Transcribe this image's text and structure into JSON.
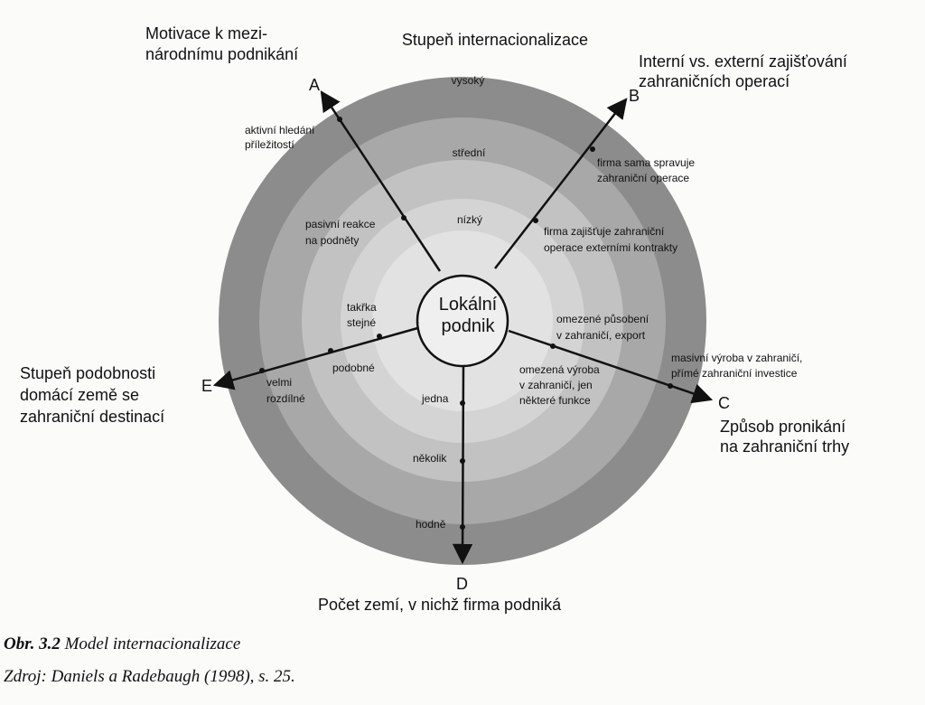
{
  "title": "Stupeň internacionalizace",
  "center": {
    "line1": "Lokální",
    "line2": "podnik"
  },
  "rings": {
    "high": "vysoký",
    "mid": "střední",
    "low": "nízký"
  },
  "axes": {
    "A": {
      "letter": "A",
      "title": [
        "Motivace k mezi-",
        "národnímu podnikání"
      ],
      "points": [
        [
          "aktivní hledání",
          "příležitostí"
        ],
        [
          "pasivní reakce",
          "na podněty"
        ]
      ]
    },
    "B": {
      "letter": "B",
      "title": [
        "Interní vs. externí zajišťování",
        "zahraničních operací"
      ],
      "points": [
        [
          "firma sama spravuje",
          "zahraniční operace"
        ],
        [
          "firma zajišťuje zahraniční",
          "operace externími kontrakty"
        ]
      ]
    },
    "C": {
      "letter": "C",
      "title": [
        "Způsob pronikání",
        "na zahraniční trhy"
      ],
      "points": [
        [
          "omezené působení",
          "v zahraničí, export"
        ],
        [
          "omezená výroba",
          "v zahraničí, jen",
          "některé funkce"
        ],
        [
          "masivní výroba v zahraničí,",
          "přímé zahraniční investice"
        ]
      ]
    },
    "D": {
      "letter": "D",
      "title": [
        "Počet zemí, v nichž firma podniká"
      ],
      "points": [
        [
          "jedna"
        ],
        [
          "několik"
        ],
        [
          "hodně"
        ]
      ]
    },
    "E": {
      "letter": "E",
      "title": [
        "Stupeň podobnosti",
        "domácí země se",
        "zahraniční destinací"
      ],
      "points": [
        [
          "takřka",
          "stejné"
        ],
        [
          "podobné"
        ],
        [
          "velmi",
          "rozdílné"
        ]
      ]
    }
  },
  "caption": {
    "fig_num": "Obr. 3.2",
    "fig_title": "Model internacionalizace",
    "source": "Zdroj: Daniels a Radebaugh (1998), s. 25."
  },
  "colors": {
    "outer": "#8c8c8c",
    "ring2": "#a8a8a8",
    "ring3": "#c2c2c2",
    "ring4": "#d8d8d8",
    "inner": "#e6e6e6",
    "center": "#efefef",
    "ink": "#111111"
  }
}
